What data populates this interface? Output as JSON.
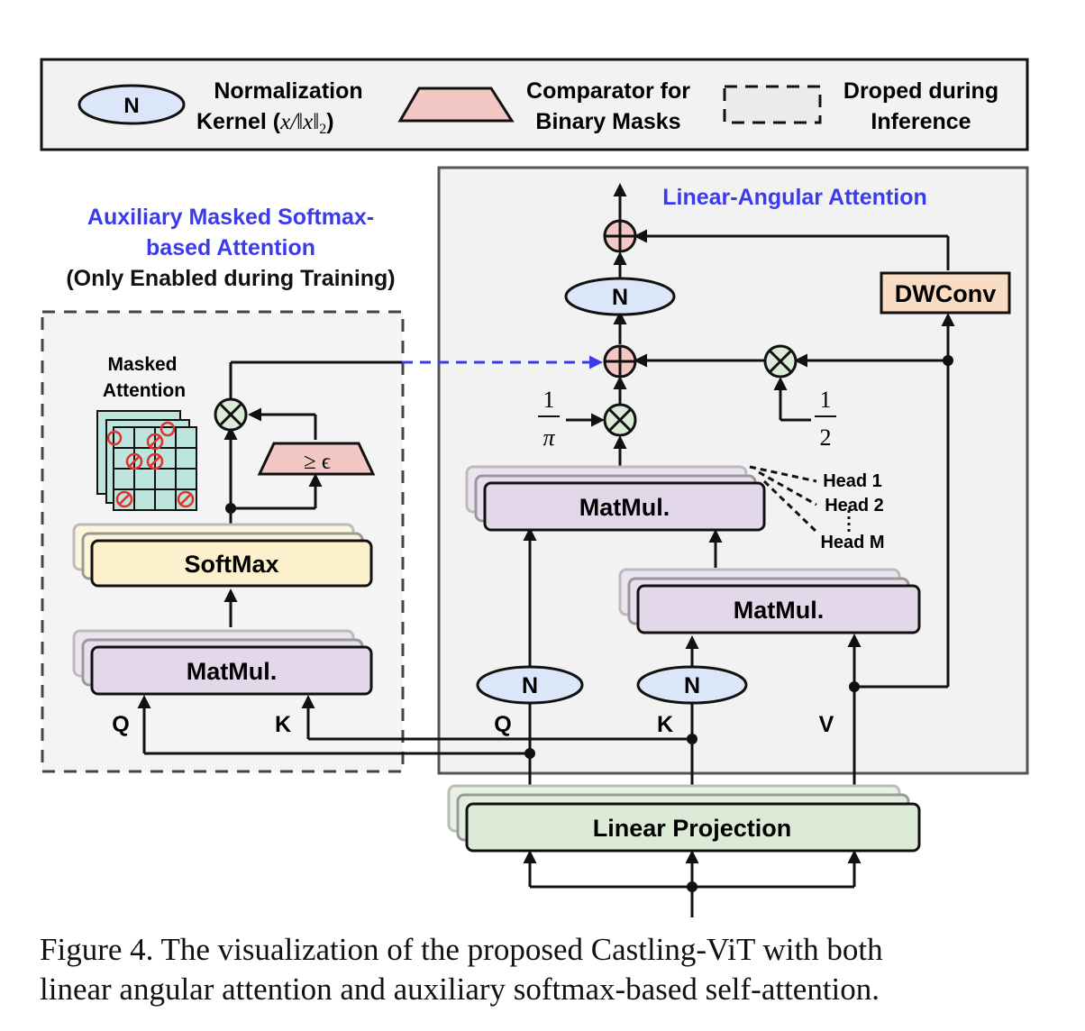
{
  "legend": {
    "norm_symbol": "N",
    "norm_line1": "Normalization",
    "norm_line2": "Kernel (",
    "norm_formula": "x/‖x‖",
    "norm_sub": "2",
    "norm_close": ")",
    "comp_line1": "Comparator for",
    "comp_line2": "Binary Masks",
    "drop_line1": "Droped during",
    "drop_line2": "Inference"
  },
  "left_panel": {
    "title_line1": "Auxiliary Masked Softmax-",
    "title_line2": "based Attention",
    "subtitle": "(Only Enabled during Training)",
    "masked_line1": "Masked",
    "masked_line2": "Attention",
    "comparator_label": "≥ ϵ",
    "softmax_label": "SoftMax",
    "matmul_label": "MatMul.",
    "q_label": "Q",
    "k_label": "K"
  },
  "right_panel": {
    "title": "Linear-Angular Attention",
    "norm_symbol": "N",
    "dwconv_label": "DWConv",
    "frac_pi_num": "1",
    "frac_pi_den": "π",
    "frac_half_num": "1",
    "frac_half_den": "2",
    "matmul_top_label": "MatMul.",
    "matmul_bottom_label": "MatMul.",
    "head1": "Head 1",
    "head2": "Head 2",
    "headm": "Head M",
    "q_label": "Q",
    "k_label": "K",
    "v_label": "V"
  },
  "linear_projection_label": "Linear Projection",
  "caption_line1": "Figure 4.  The visualization of the proposed Castling-ViT with both",
  "caption_line2": "linear angular attention and auxiliary softmax-based self-attention.",
  "colors": {
    "blue_title": "#3b3bea",
    "norm_fill": "#dbe6f8",
    "comparator_fill": "#f2c7c4",
    "matmul_fill": "#e2d8ea",
    "softmax_fill": "#fdf1cd",
    "dwconv_fill": "#f9dcc4",
    "linear_fill": "#dcebd7",
    "panel_fill": "#f2f2f2",
    "mask_fill": "#bde4dd"
  }
}
